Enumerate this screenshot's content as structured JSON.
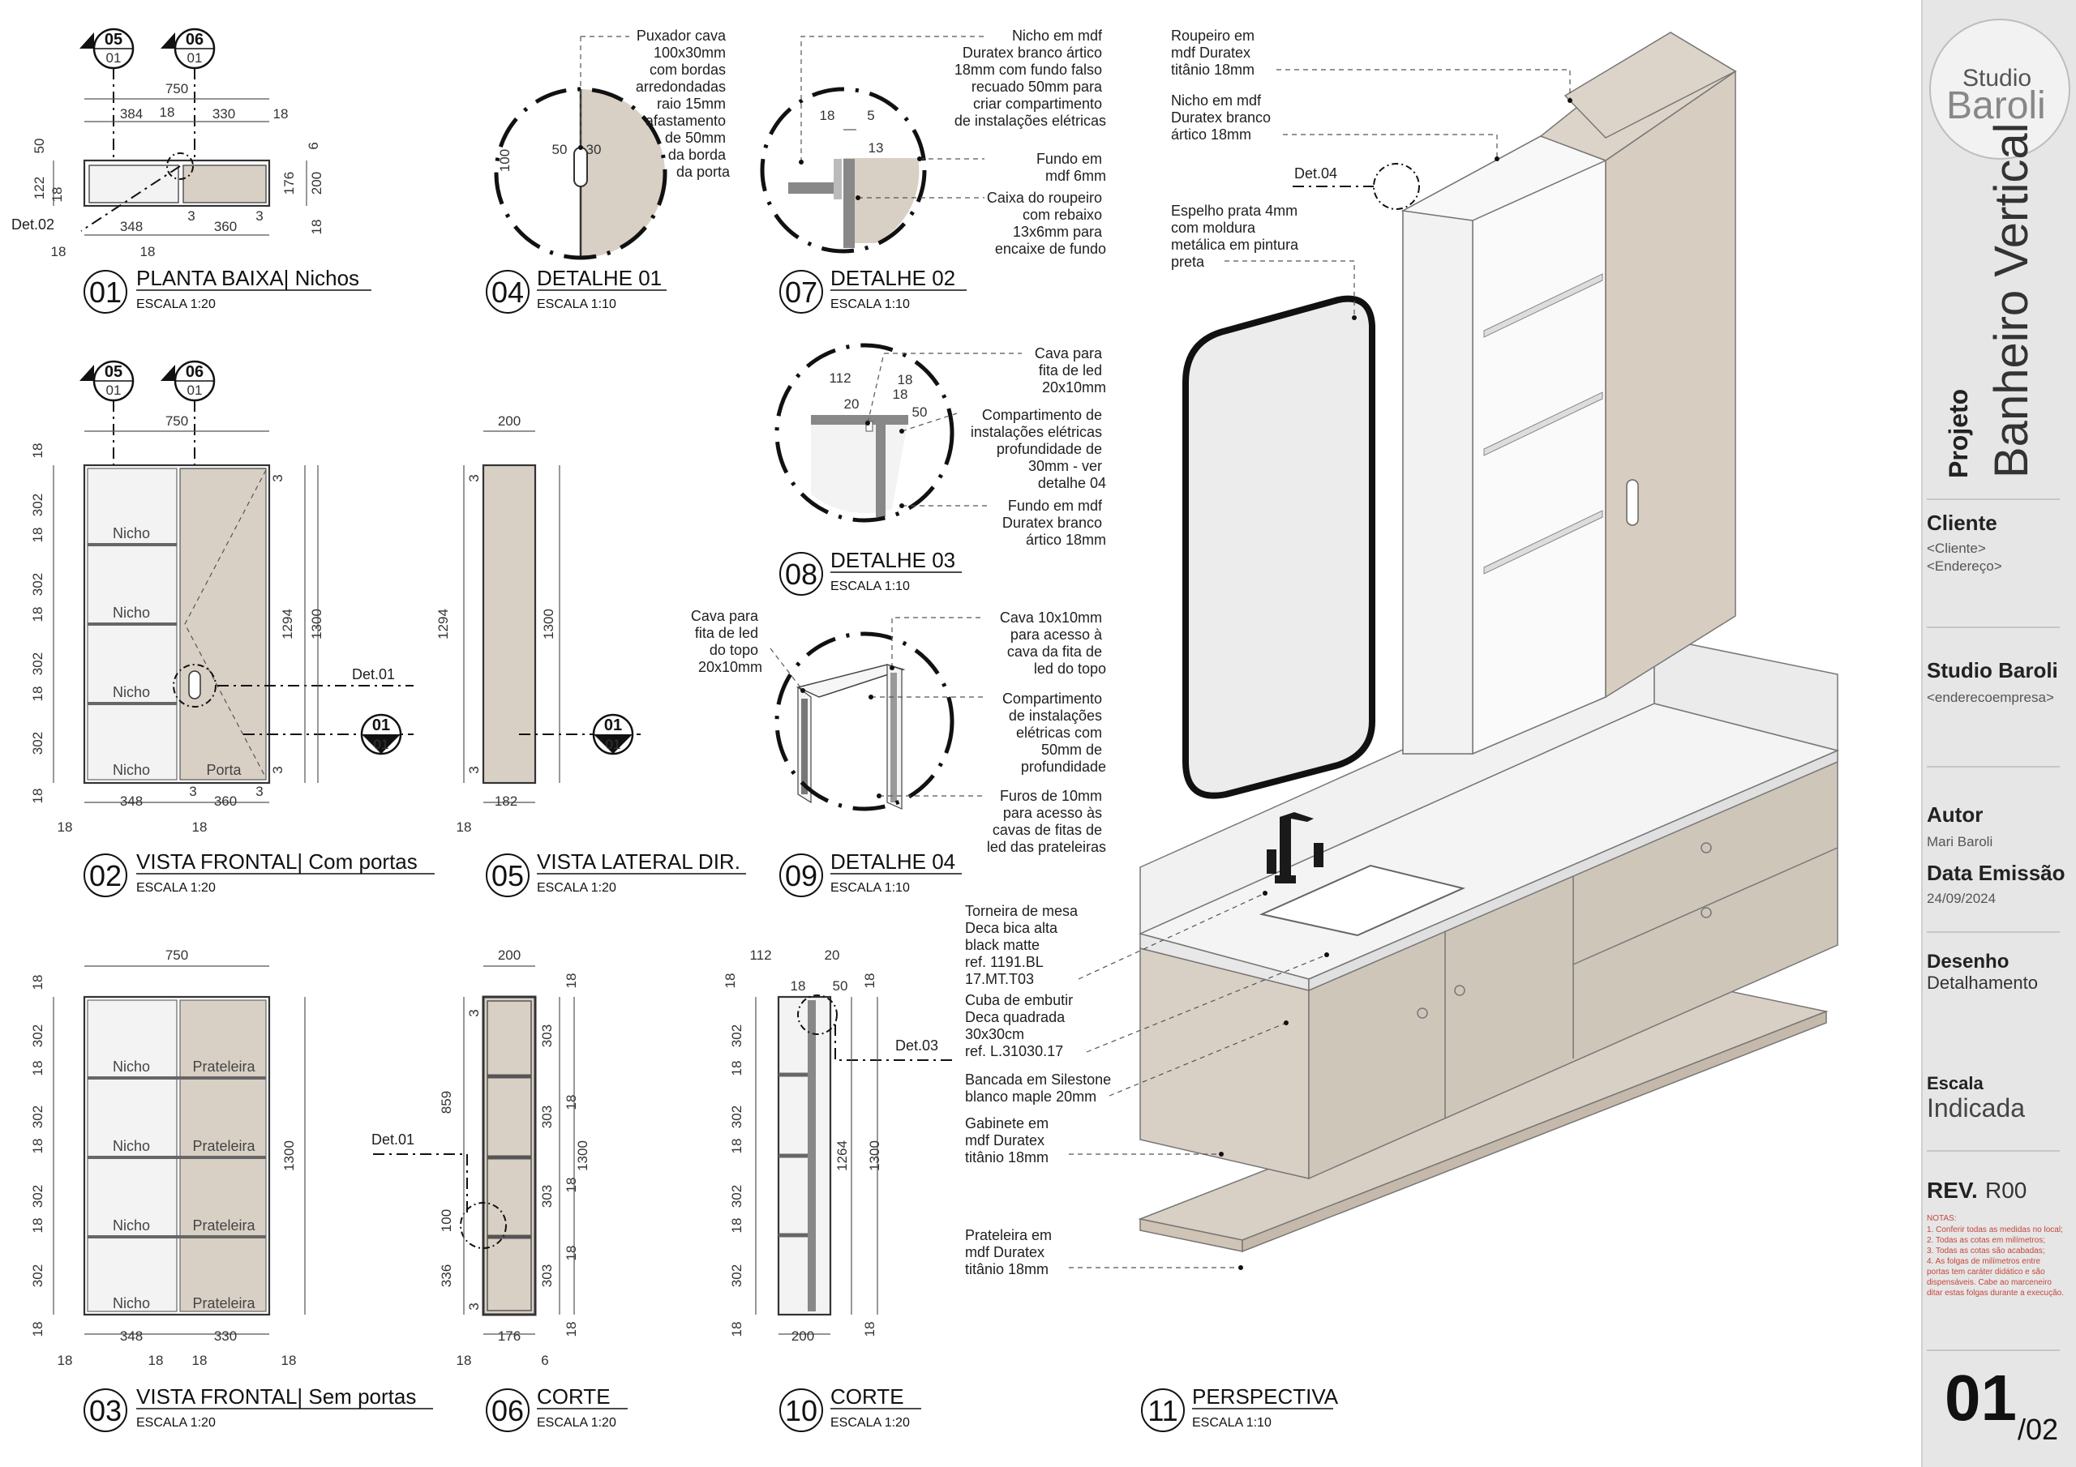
{
  "views": {
    "v01": {
      "num": "01",
      "title": "PLANTA BAIXA| Nichos",
      "scale": "ESCALA 1:20"
    },
    "v02": {
      "num": "02",
      "title": "VISTA FRONTAL| Com portas",
      "scale": "ESCALA 1:20"
    },
    "v03": {
      "num": "03",
      "title": "VISTA FRONTAL| Sem portas",
      "scale": "ESCALA 1:20"
    },
    "v04": {
      "num": "04",
      "title": "DETALHE 01",
      "scale": "ESCALA 1:10"
    },
    "v05": {
      "num": "05",
      "title": "VISTA LATERAL DIR.",
      "scale": "ESCALA 1:20"
    },
    "v06": {
      "num": "06",
      "title": "CORTE",
      "scale": "ESCALA 1:20"
    },
    "v07": {
      "num": "07",
      "title": "DETALHE 02",
      "scale": "ESCALA 1:10"
    },
    "v08": {
      "num": "08",
      "title": "DETALHE 03",
      "scale": "ESCALA 1:10"
    },
    "v09": {
      "num": "09",
      "title": "DETALHE 04",
      "scale": "ESCALA 1:10"
    },
    "v10": {
      "num": "10",
      "title": "CORTE",
      "scale": "ESCALA 1:20"
    },
    "v11": {
      "num": "11",
      "title": "PERSPECTIVA",
      "scale": "ESCALA 1:10"
    }
  },
  "markers": {
    "m05": "05",
    "m06": "06",
    "m01": "01",
    "sub01": "01"
  },
  "det": {
    "d01": "Det.01",
    "d02": "Det.02",
    "d03": "Det.03",
    "d04": "Det.04"
  },
  "labels": {
    "nicho": "Nicho",
    "porta": "Porta",
    "prateleira": "Prateleira"
  },
  "dims": {
    "d750": "750",
    "d384": "384",
    "d330": "330",
    "d18": "18",
    "d348": "348",
    "d360": "360",
    "d3": "3",
    "d6": "6",
    "d50": "50",
    "d122": "122",
    "d176": "176",
    "d200": "200",
    "d302": "302",
    "d1294": "1294",
    "d1300": "1300",
    "d182": "182",
    "d303": "303",
    "d859": "859",
    "d100": "100",
    "d336": "336",
    "d112": "112",
    "d20": "20",
    "d1264": "1264",
    "d5": "5",
    "d13": "13",
    "d30": "30"
  },
  "annotations": {
    "puxador": [
      "Puxador cava",
      "100x30mm",
      "com bordas",
      "arredondadas",
      "raio 15mm",
      "afastamento",
      "de 50mm",
      "da borda",
      "da porta"
    ],
    "nicho_mdf": [
      "Nicho em mdf",
      "Duratex branco ártico",
      "18mm com fundo falso",
      "recuado 50mm para",
      "criar compartimento",
      "de instalações elétricas"
    ],
    "fundo6": [
      "Fundo em",
      "mdf 6mm"
    ],
    "caixa": [
      "Caixa do roupeiro",
      "com rebaixo",
      "13x6mm para",
      "encaixe de fundo"
    ],
    "cava_led": [
      "Cava para",
      "fita de led",
      "20x10mm"
    ],
    "comp30": [
      "Compartimento de",
      "instalações elétricas",
      "profundidade de",
      "30mm - ver",
      "detalhe 04"
    ],
    "fundo18": [
      "Fundo em mdf",
      "Duratex branco",
      "ártico 18mm"
    ],
    "cava_topo": [
      "Cava para",
      "fita de led",
      "do topo",
      "20x10mm"
    ],
    "cava10": [
      "Cava 10x10mm",
      "para acesso à",
      "cava da fita de",
      "led do topo"
    ],
    "comp50": [
      "Compartimento",
      "de instalações",
      "elétricas com",
      "50mm de",
      "profundidade"
    ],
    "furos": [
      "Furos de 10mm",
      "para acesso às",
      "cavas de fitas de",
      "led das prateleiras"
    ],
    "roupeiro": [
      "Roupeiro em",
      "mdf Duratex",
      "titânio 18mm"
    ],
    "nicho_persp": [
      "Nicho em mdf",
      "Duratex branco",
      "ártico 18mm"
    ],
    "espelho": [
      "Espelho prata 4mm",
      "com moldura",
      "metálica em pintura",
      "preta"
    ],
    "torneira": [
      "Torneira de mesa",
      "Deca bica alta",
      "black matte",
      "ref. 1191.BL",
      "17.MT.T03"
    ],
    "cuba": [
      "Cuba de embutir",
      "Deca quadrada",
      "30x30cm",
      "ref. L.31030.17"
    ],
    "bancada": [
      "Bancada em Silestone",
      "blanco maple 20mm"
    ],
    "gabinete": [
      "Gabinete em",
      "mdf Duratex",
      "titânio 18mm"
    ],
    "prateleira": [
      "Prateleira em",
      "mdf Duratex",
      "titânio 18mm"
    ]
  },
  "sidebar": {
    "logo_line1": "Studio",
    "logo_line2": "Baroli",
    "projeto_label": "Projeto",
    "projeto_name": "Banheiro Vertical",
    "cliente_label": "Cliente",
    "cliente_name": "<Cliente>",
    "cliente_address": "<Endereço>",
    "empresa_label": "Studio Baroli",
    "empresa_address": "<enderecoempresa>",
    "autor_label": "Autor",
    "autor_name": "Mari Baroli",
    "data_label": "Data Emissão",
    "data_value": "24/09/2024",
    "desenho_label": "Desenho",
    "desenho_value": "Detalhamento",
    "escala_label": "Escala",
    "escala_value": "Indicada",
    "rev_label": "REV.",
    "rev_value": "R00",
    "notas_title": "NOTAS:",
    "notas": [
      "1. Conferir todas as medidas no local;",
      "2. Todas as cotas em milímetros;",
      "3. Todas as cotas são acabadas;",
      "4. As folgas de milímetros entre",
      "portas tem caráter didático e são",
      "dispensáveis. Cabe ao marceneiro",
      "ditar estas folgas durante a execução."
    ],
    "sheet_num": "01",
    "sheet_total": "/02"
  },
  "colors": {
    "beige": "#d9d0c5",
    "white_panel": "#f3f3f3",
    "stroke": "#333333",
    "sidebar_bg": "#e6e6e6"
  }
}
